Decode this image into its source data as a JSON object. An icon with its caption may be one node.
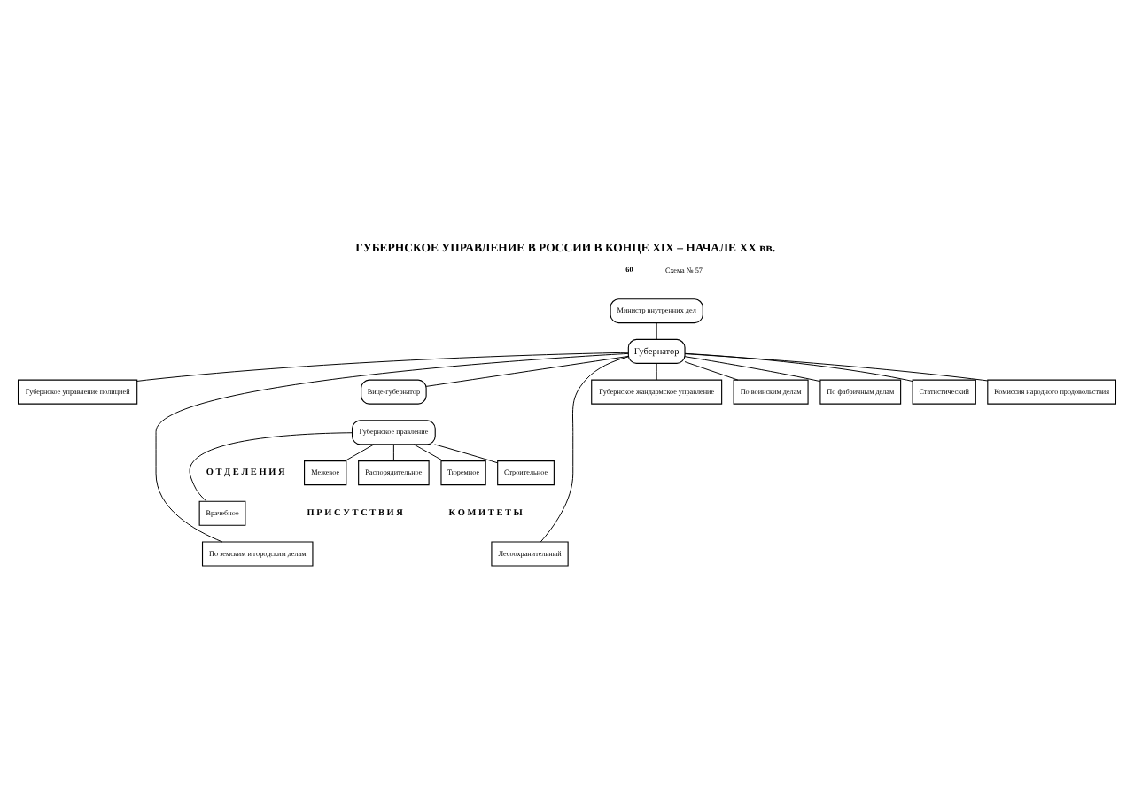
{
  "diagram": {
    "title": "ГУБЕРНСКОЕ УПРАВЛЕНИЕ В РОССИИ В КОНЦЕ XIX – НАЧАЛЕ XX вв.",
    "nodes": [
      {
        "text": [
          "Министр внутренних дел"
        ]
      },
      {
        "text": [
          "Губернатор"
        ]
      },
      {
        "text": [
          "Губернское управление полицией"
        ]
      },
      {
        "text": [
          "Вице-губернатор"
        ]
      },
      {
        "text": [
          "Губернское правление"
        ]
      },
      {
        "text": [
          "Губернское жандармское управление"
        ]
      },
      {
        "text": [
          "Распорядительное"
        ]
      },
      {
        "text": [
          "Строительное"
        ]
      },
      {
        "text": [
          "Врачебное"
        ]
      },
      {
        "text": [
          "Межевое"
        ]
      },
      {
        "text": [
          "Тюремное"
        ]
      },
      {
        "text": [
          "По земским и городским делам"
        ]
      },
      {
        "text": [
          "По воинским делам"
        ]
      },
      {
        "text": [
          "По фабричным делам"
        ]
      },
      {
        "text": [
          "Лесоохранительный"
        ]
      },
      {
        "text": [
          "Статистический"
        ]
      },
      {
        "text": [
          "Комиссия народного продовольствия"
        ]
      }
    ],
    "edges": [
      {
        "from": 0,
        "to": 1,
        "arrow": "none"
      },
      {
        "from": 1,
        "to": 2,
        "arrow": "none"
      },
      {
        "from": 1,
        "to": 3,
        "arrow": "none"
      },
      {
        "from": 1,
        "to": 5,
        "arrow": "none"
      },
      {
        "from": 4,
        "to": 6,
        "arrow": "none"
      },
      {
        "from": 4,
        "to": 7,
        "arrow": "none"
      },
      {
        "from": 4,
        "to": 8,
        "arrow": "none"
      },
      {
        "from": 4,
        "to": 9,
        "arrow": "none"
      },
      {
        "from": 4,
        "to": 10,
        "arrow": "none"
      },
      {
        "from": 1,
        "to": 11,
        "arrow": "none"
      },
      {
        "from": 1,
        "to": 12,
        "arrow": "none"
      },
      {
        "from": 1,
        "to": 13,
        "arrow": "none"
      },
      {
        "from": 1,
        "to": 14,
        "arrow": "none"
      },
      {
        "from": 1,
        "to": 15,
        "arrow": "none"
      },
      {
        "from": 1,
        "to": 16,
        "arrow": "none"
      }
    ],
    "labels": [
      "60",
      "Схема № 57",
      "О Т Д Е Л Е Н И Я",
      "П Р И С У Т С Т В И Я",
      "К О М И Т Е Т Ы"
    ]
  }
}
